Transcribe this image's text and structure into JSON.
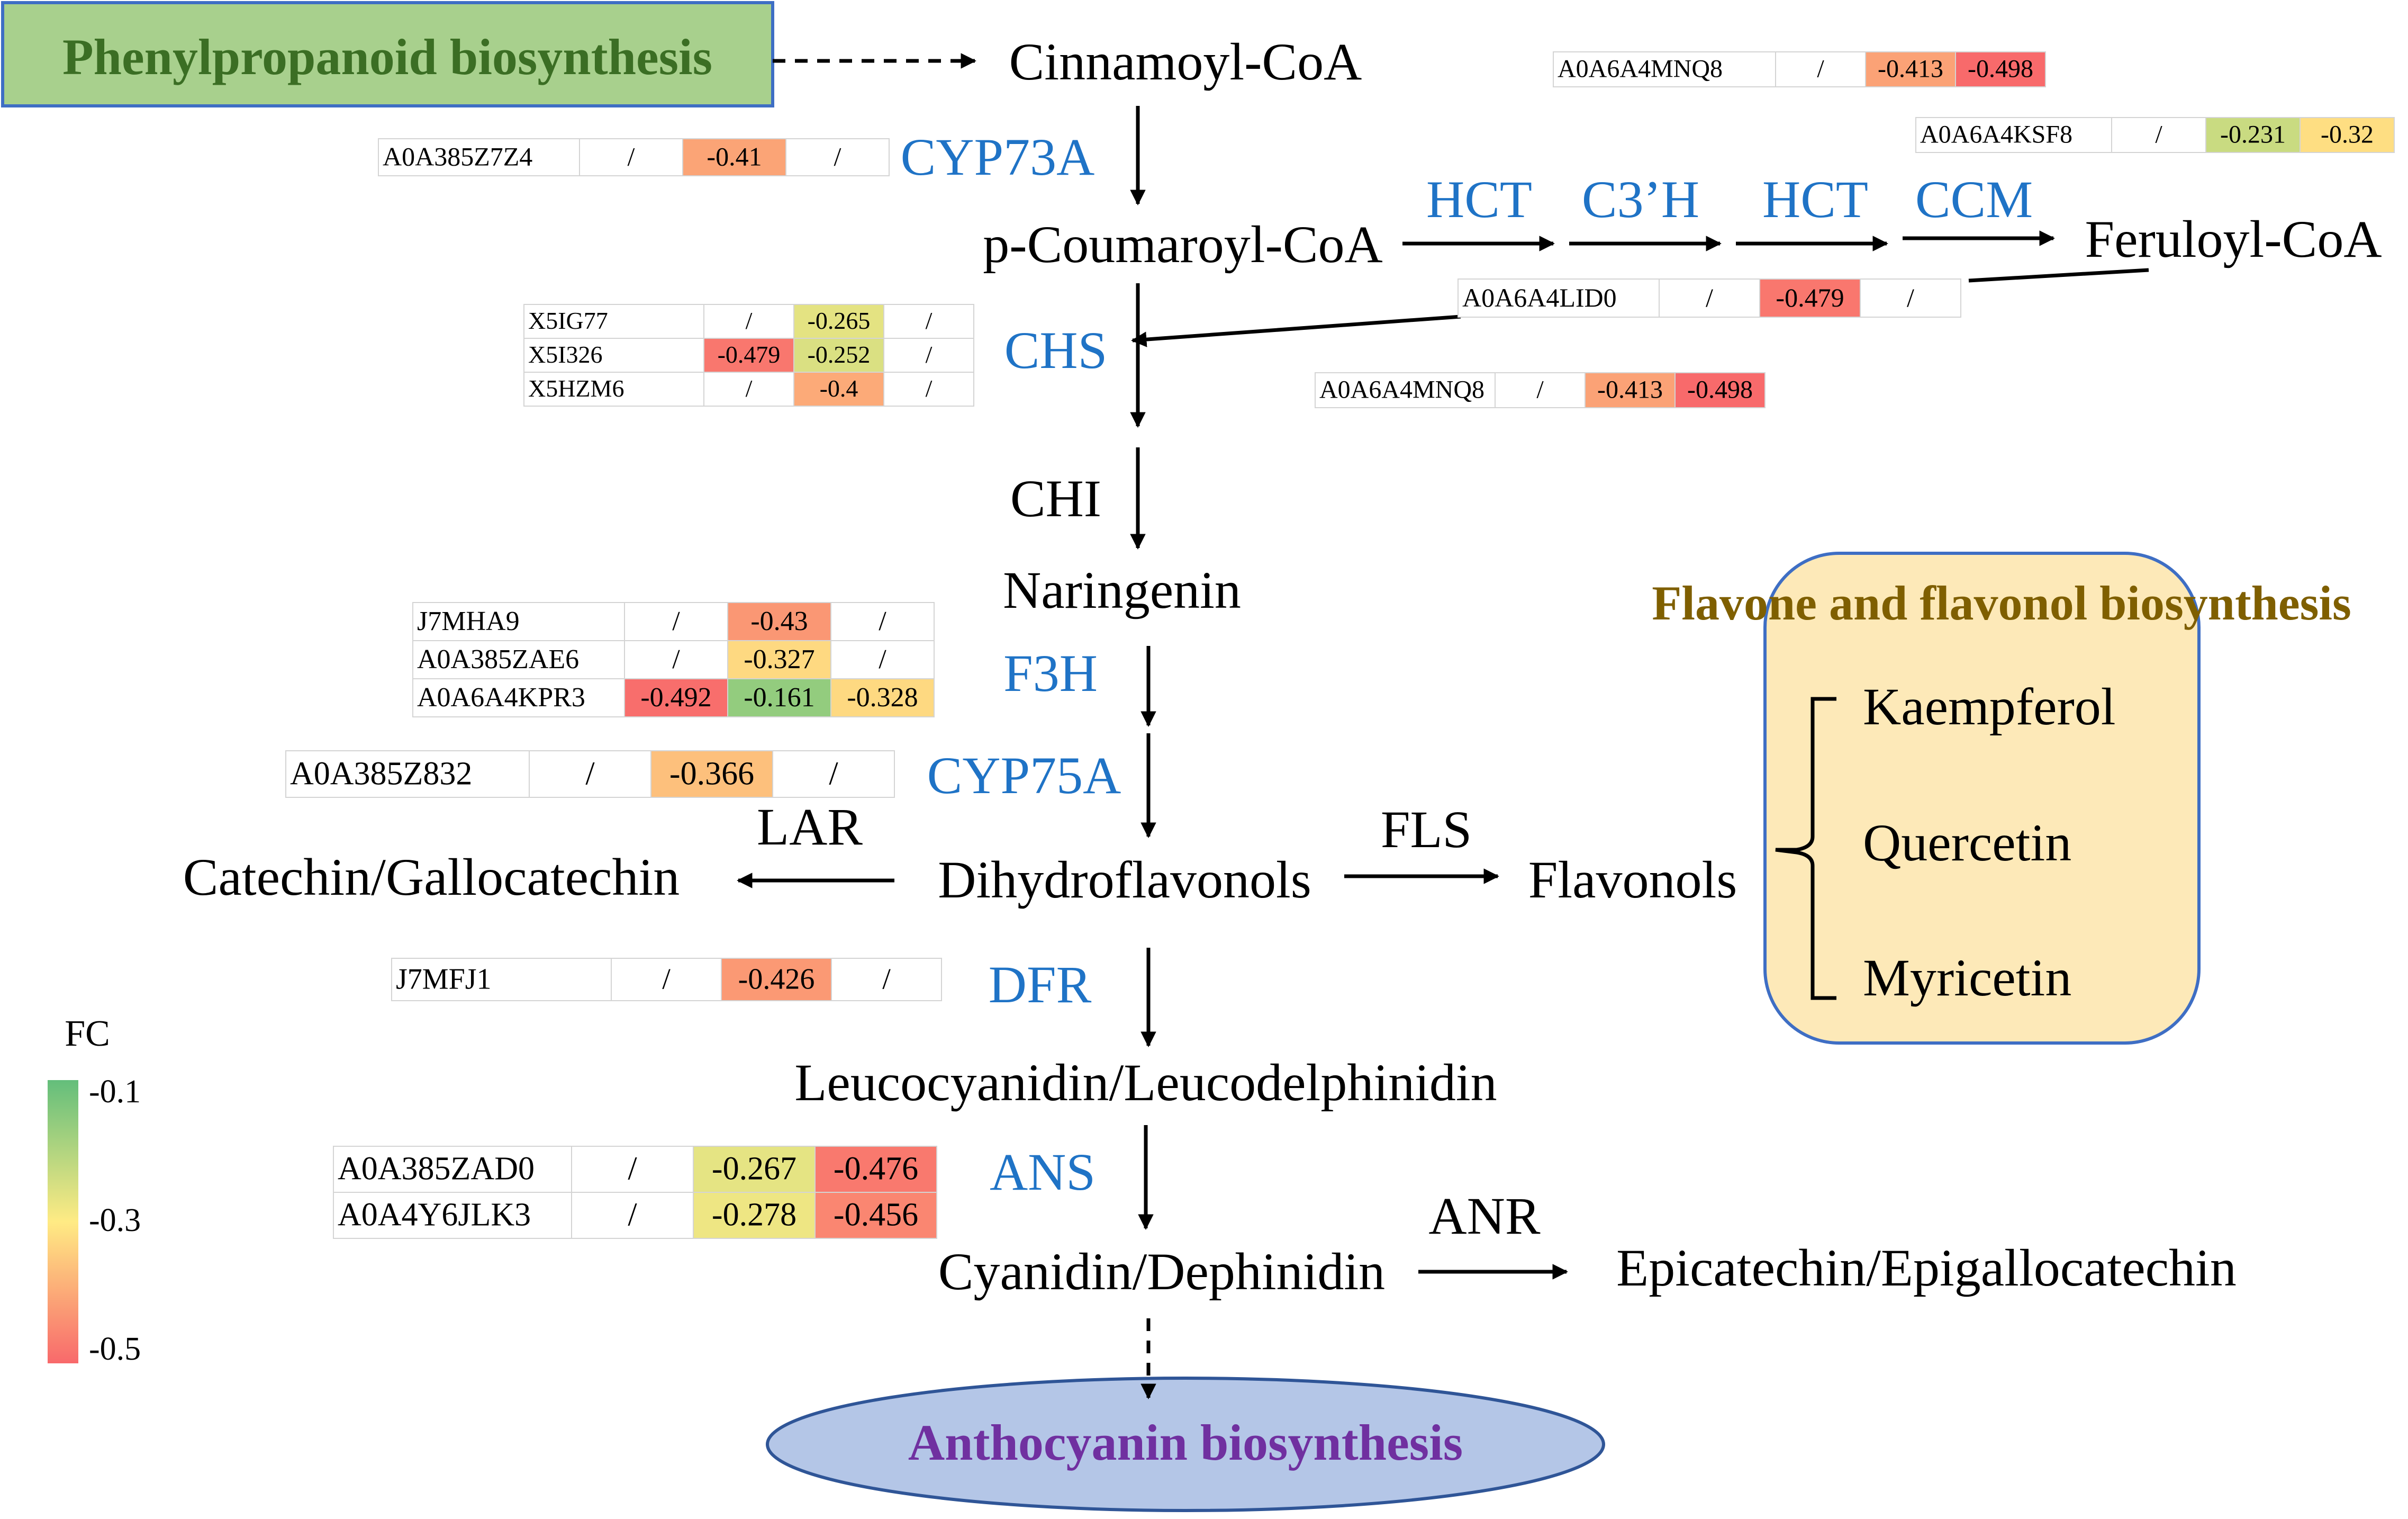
{
  "colors": {
    "enzyme_text": "#1f73c6",
    "phenyl_box_fill": "#a8d08d",
    "phenyl_box_stroke": "#3e6ec4",
    "phenyl_text": "#3b6e24",
    "flavone_box_fill": "#fde9b8",
    "flavone_box_stroke": "#3e6ec4",
    "flavone_text": "#7f5f00",
    "anthocyanin_fill": "#b4c6e7",
    "anthocyanin_stroke": "#2f5597",
    "anthocyanin_text": "#7030a0",
    "fc_high": "#63be7b",
    "fc_mid": "#ffeb84",
    "fc_low": "#f8696b"
  },
  "pathways": {
    "phenylpropanoid": "Phenylpropanoid biosynthesis",
    "flavone": "Flavone and flavonol biosynthesis",
    "anthocyanin": "Anthocyanin biosynthesis"
  },
  "metabolites": {
    "cinnamoyl": "Cinnamoyl-CoA",
    "coumaroyl": "p-Coumaroyl-CoA",
    "feruloyl": "Feruloyl-CoA",
    "naringenin": "Naringenin",
    "dihydroflavonols": "Dihydroflavonols",
    "catechin": "Catechin/Gallocatechin",
    "flavonols": "Flavonols",
    "kaempferol": "Kaempferol",
    "quercetin": "Quercetin",
    "myricetin": "Myricetin",
    "leucocyanidin": "Leucocyanidin/Leucodelphinidin",
    "cyanidin": "Cyanidin/Dephinidin",
    "epicatechin": "Epicatechin/Epigallocatechin"
  },
  "enzymes": {
    "cyp73a": "CYP73A",
    "hct1": "HCT",
    "c3h": "C3’H",
    "hct2": "HCT",
    "ccm": "CCM",
    "chs": "CHS",
    "chi": "CHI",
    "f3h": "F3H",
    "cyp75a": "CYP75A",
    "lar": "LAR",
    "fls": "FLS",
    "dfr": "DFR",
    "ans": "ANS",
    "anr": "ANR"
  },
  "legend": {
    "title": "FC",
    "ticks": [
      "-0.1",
      "-0.3",
      "-0.5"
    ]
  },
  "gene_tables": {
    "mnq8_top": [
      {
        "id": "A0A6A4MNQ8",
        "values": [
          "/",
          "-0.413",
          "-0.498"
        ]
      }
    ],
    "ksf8": [
      {
        "id": "A0A6A4KSF8",
        "values": [
          "/",
          "-0.231",
          "-0.32"
        ]
      }
    ],
    "cyp73a": [
      {
        "id": "A0A385Z7Z4",
        "values": [
          "/",
          "-0.41",
          "/"
        ]
      }
    ],
    "lid0": [
      {
        "id": "A0A6A4LID0",
        "values": [
          "/",
          "-0.479",
          "/"
        ]
      }
    ],
    "chs": [
      {
        "id": "X5IG77",
        "values": [
          "/",
          "-0.265",
          "/"
        ]
      },
      {
        "id": "X5I326",
        "values": [
          "-0.479",
          "-0.252",
          "/"
        ]
      },
      {
        "id": "X5HZM6",
        "values": [
          "/",
          "-0.4",
          "/"
        ]
      }
    ],
    "mnq8_mid": [
      {
        "id": "A0A6A4MNQ8",
        "values": [
          "/",
          "-0.413",
          "-0.498"
        ]
      }
    ],
    "f3h": [
      {
        "id": "J7MHA9",
        "values": [
          "/",
          "-0.43",
          "/"
        ]
      },
      {
        "id": "A0A385ZAE6",
        "values": [
          "/",
          "-0.327",
          "/"
        ]
      },
      {
        "id": "A0A6A4KPR3",
        "values": [
          "-0.492",
          "-0.161",
          "-0.328"
        ]
      }
    ],
    "cyp75a": [
      {
        "id": "A0A385Z832",
        "values": [
          "/",
          "-0.366",
          "/"
        ]
      }
    ],
    "dfr": [
      {
        "id": "J7MFJ1",
        "values": [
          "/",
          "-0.426",
          "/"
        ]
      }
    ],
    "ans": [
      {
        "id": "A0A385ZAD0",
        "values": [
          "/",
          "-0.267",
          "-0.476"
        ]
      },
      {
        "id": "A0A4Y6JLK3",
        "values": [
          "/",
          "-0.278",
          "-0.456"
        ]
      }
    ]
  }
}
